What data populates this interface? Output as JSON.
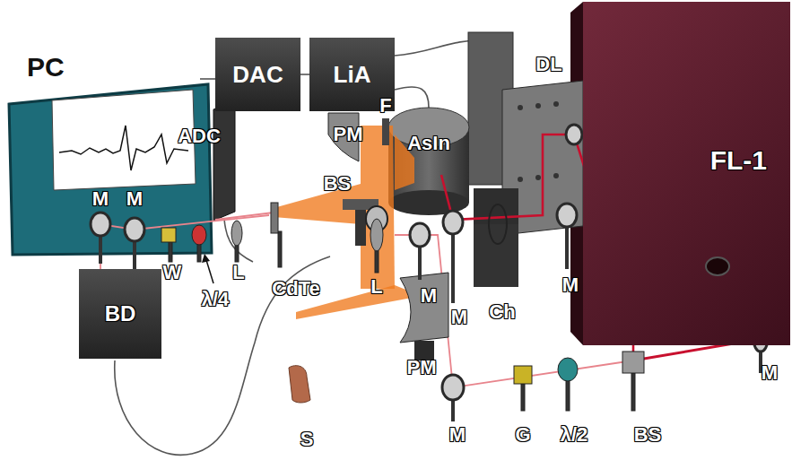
{
  "diagram": {
    "nodes": [
      {
        "text": [
          "PC"
        ]
      },
      {
        "text": [
          "DAC"
        ]
      },
      {
        "text": [
          "LiA"
        ]
      },
      {
        "text": [
          "FL-1"
        ]
      },
      {
        "text": [
          "BD"
        ]
      }
    ],
    "edges": [
      {
        "from": 0,
        "to": 1,
        "arrow": "none"
      },
      {
        "from": 1,
        "to": 2,
        "arrow": "none"
      }
    ],
    "labels": [
      "ADC",
      "PM",
      "F",
      "AsIn",
      "DL",
      "M",
      "M",
      "BS",
      "M",
      "M",
      "Ch",
      "M",
      "W",
      "λ/4",
      "L",
      "CdTe",
      "L",
      "PM",
      "S",
      "M",
      "G",
      "λ/2",
      "BS",
      "M"
    ]
  }
}
